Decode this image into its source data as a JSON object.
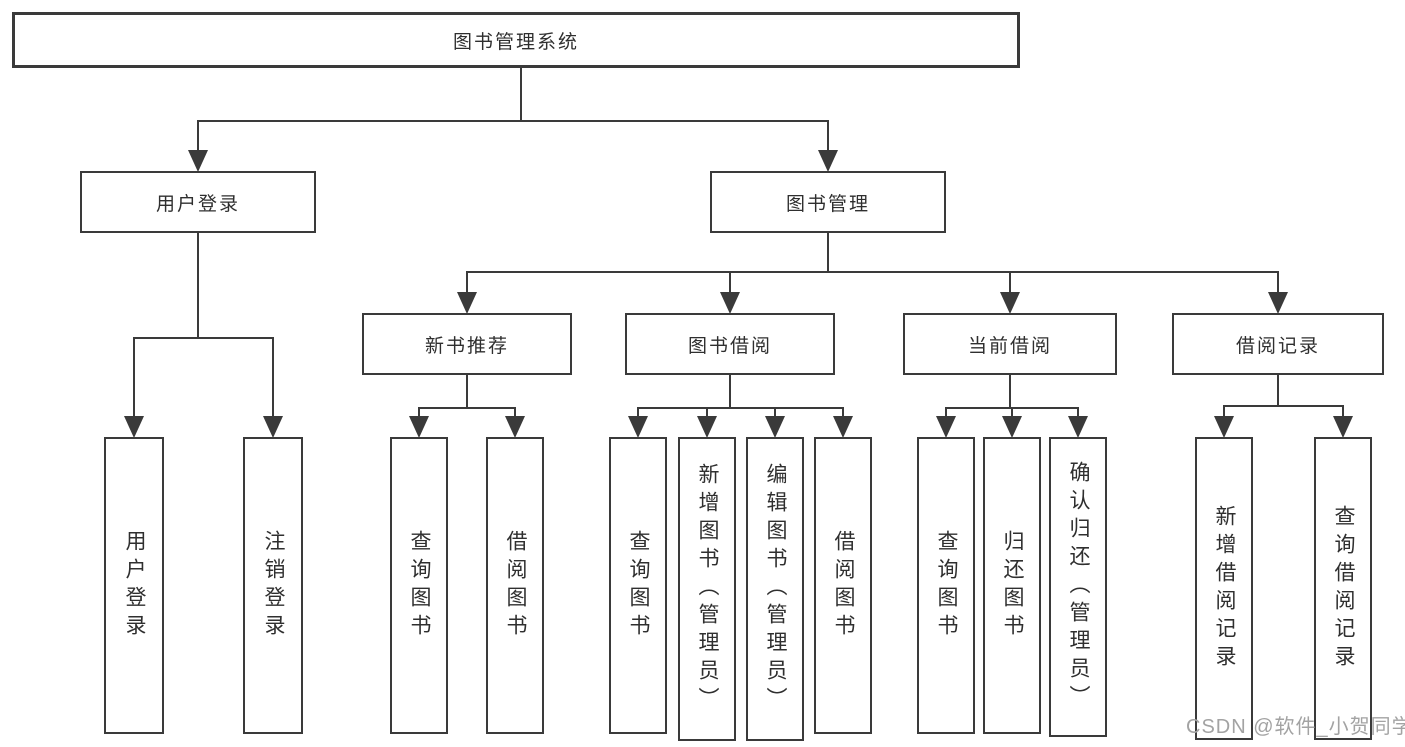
{
  "tree": {
    "label": "图书管理系统",
    "children": [
      {
        "label": "用户登录",
        "children": [
          {
            "label": "用户登录"
          },
          {
            "label": "注销登录"
          }
        ]
      },
      {
        "label": "图书管理",
        "children": [
          {
            "label": "新书推荐",
            "children": [
              {
                "label": "查询图书"
              },
              {
                "label": "借阅图书"
              }
            ]
          },
          {
            "label": "图书借阅",
            "children": [
              {
                "label": "查询图书"
              },
              {
                "label": "新增图书（管理员）"
              },
              {
                "label": "编辑图书（管理员）"
              },
              {
                "label": "借阅图书"
              }
            ]
          },
          {
            "label": "当前借阅",
            "children": [
              {
                "label": "查询图书"
              },
              {
                "label": "归还图书"
              },
              {
                "label": "确认归还（管理员）"
              }
            ]
          },
          {
            "label": "借阅记录",
            "children": [
              {
                "label": "新增借阅记录"
              },
              {
                "label": "查询借阅记录"
              }
            ]
          }
        ]
      }
    ]
  },
  "watermark": "CSDN @软件_小贺同学",
  "colors": {
    "line": "#3a3a3a",
    "box_border": "#3a3a3a",
    "box_fill": "#ffffff",
    "text": "#2f2f2f",
    "watermark": "#a3a3a3",
    "background": "#ffffff"
  }
}
